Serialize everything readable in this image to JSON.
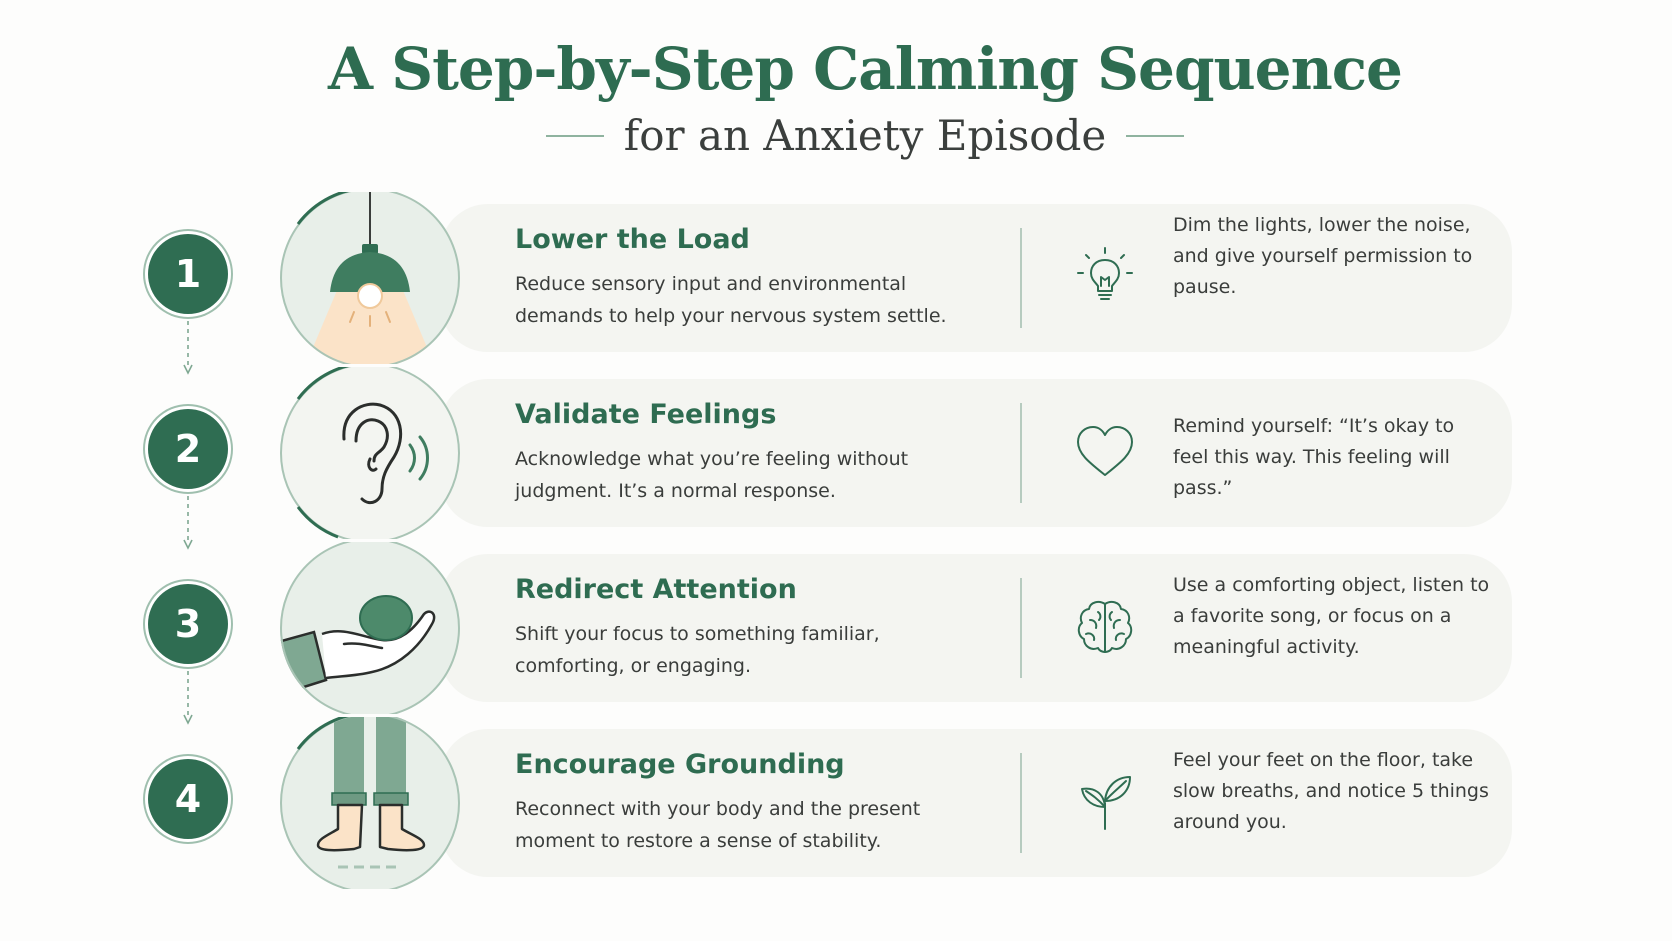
{
  "header": {
    "title": "A Step-by-Step Calming Sequence",
    "subtitle": "for an Anxiety Episode"
  },
  "colors": {
    "primary": "#2e6c51",
    "accent_light": "#8fb39f",
    "card_bg": "#f4f5f1",
    "text": "#3a3d3b",
    "warm_glow": "#fbe3c8"
  },
  "steps": [
    {
      "number": "1",
      "title": "Lower the Load",
      "description": "Reduce sensory input and environmental demands to help your nervous system settle.",
      "illustration": "pendant-lamp-icon",
      "tip_icon": "lightbulb-icon",
      "tip": "Dim the lights, lower the noise, and give yourself permission to pause."
    },
    {
      "number": "2",
      "title": "Validate Feelings",
      "description": "Acknowledge what you’re feeling without judgment. It’s a normal response.",
      "illustration": "ear-icon",
      "tip_icon": "heart-icon",
      "tip": "Remind yourself: “It’s okay to feel this way. This feeling will pass.”"
    },
    {
      "number": "3",
      "title": "Redirect Attention",
      "description": "Shift your focus to something familiar, comforting, or engaging.",
      "illustration": "hand-holding-stone-icon",
      "tip_icon": "brain-icon",
      "tip": "Use a comforting object, listen to a favorite song, or focus on a meaningful activity."
    },
    {
      "number": "4",
      "title": "Encourage Grounding",
      "description": "Reconnect with your body and the present moment to restore a sense of stability.",
      "illustration": "bare-feet-icon",
      "tip_icon": "sprout-icon",
      "tip": "Feel your feet on the floor, take slow breaths, and notice 5 things around you."
    }
  ]
}
